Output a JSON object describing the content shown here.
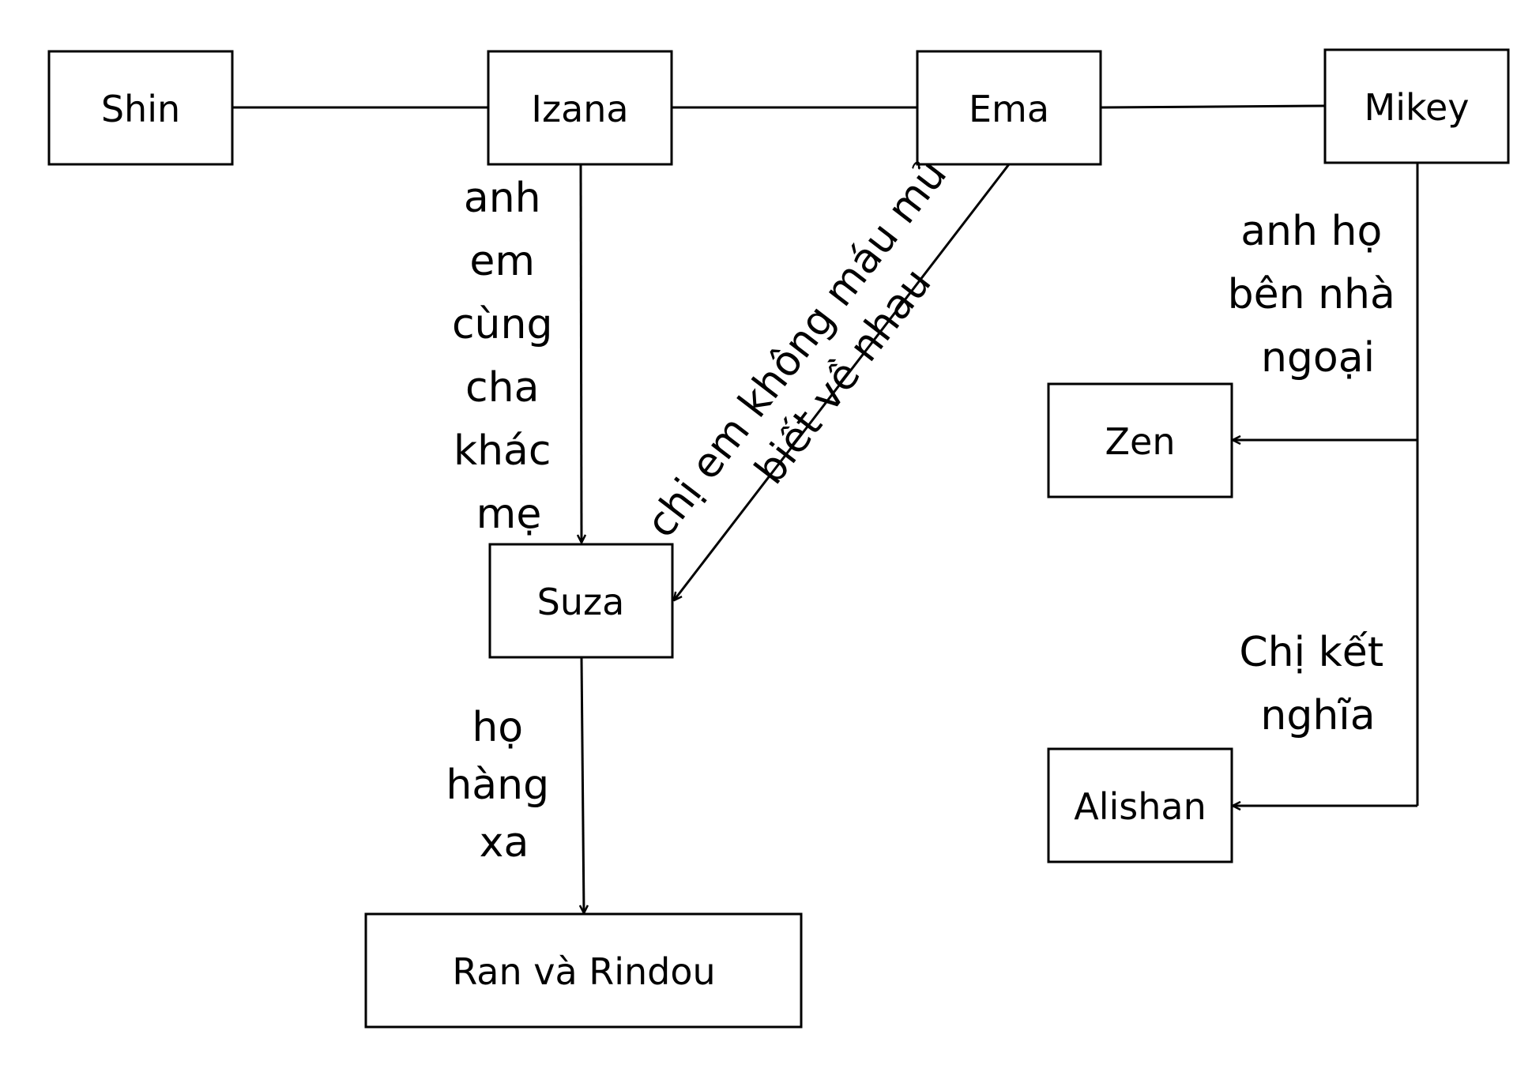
{
  "nodes": {
    "shin": "Shin",
    "izana": "Izana",
    "ema": "Ema",
    "mikey": "Mikey",
    "suza": "Suza",
    "zen": "Zen",
    "alishan": "Alishan",
    "ran_rindou": "Ran và Rindou"
  },
  "edge_labels": {
    "izana_suza": [
      "anh",
      "em",
      "cùng",
      "cha",
      "khác",
      "mẹ"
    ],
    "ema_suza": [
      "chị em không máu mủ",
      "biết về nhau"
    ],
    "mikey_zen": [
      "anh họ",
      "bên nhà",
      "ngoại"
    ],
    "mikey_alishan": [
      "Chị kết",
      "nghĩa"
    ],
    "suza_ran": [
      "họ",
      "hàng",
      "xa"
    ]
  },
  "colors": {
    "line": "#000000",
    "box": "#ffffff",
    "text": "#000000"
  }
}
